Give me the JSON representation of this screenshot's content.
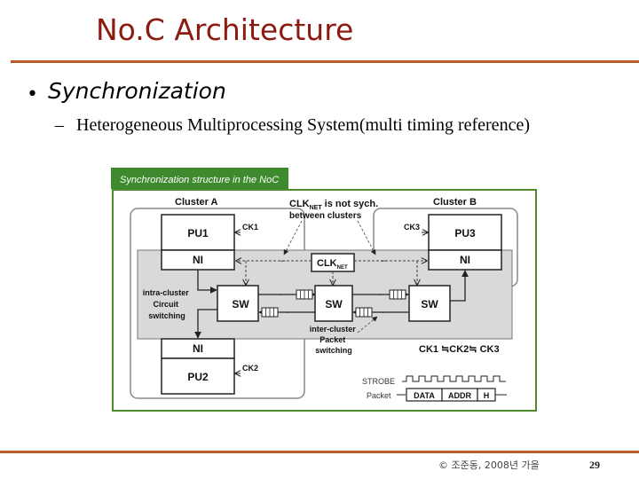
{
  "slide": {
    "title": "No.C Architecture",
    "bullet": "Synchronization",
    "sub_bullet": "Heterogeneous Multiprocessing System(multi timing reference)",
    "footer_copyright": "© 조준동, 2008년 가을",
    "page_number": "29",
    "colors": {
      "title": "#8b1a10",
      "rule": "#b75a2c",
      "frame": "#4b8b2c",
      "banner": "#3f8a2e",
      "band": "#d9d9d9"
    }
  },
  "diagram": {
    "banner": "Synchronization structure in the NoC",
    "cluster_a": "Cluster A",
    "cluster_b": "Cluster B",
    "clk_note_pre": "CLK",
    "clk_note_sub": "NET",
    "clk_note_post": " is not sych.",
    "clk_note_line2": "between clusters",
    "pu1": "PU1",
    "pu2": "PU2",
    "pu3": "PU3",
    "ni_a_top": "NI",
    "ni_a_bottom": "NI",
    "ni_b": "NI",
    "ck1": "CK1",
    "ck2": "CK2",
    "ck3": "CK3",
    "clknet_main": "CLK",
    "clknet_sub": "NET",
    "sw_left": "SW",
    "sw_mid": "SW",
    "sw_right": "SW",
    "intra_cluster_lines": [
      "intra-cluster",
      "Circuit",
      "switching"
    ],
    "inter_cluster_lines": [
      "inter-cluster",
      "Packet",
      "switching"
    ],
    "ck_relation": "CK1 ≒CK2≒ CK3",
    "strobe_label": "STROBE",
    "packet_label": "Packet",
    "packet_fields": [
      "DATA",
      "ADDR",
      "H"
    ]
  }
}
